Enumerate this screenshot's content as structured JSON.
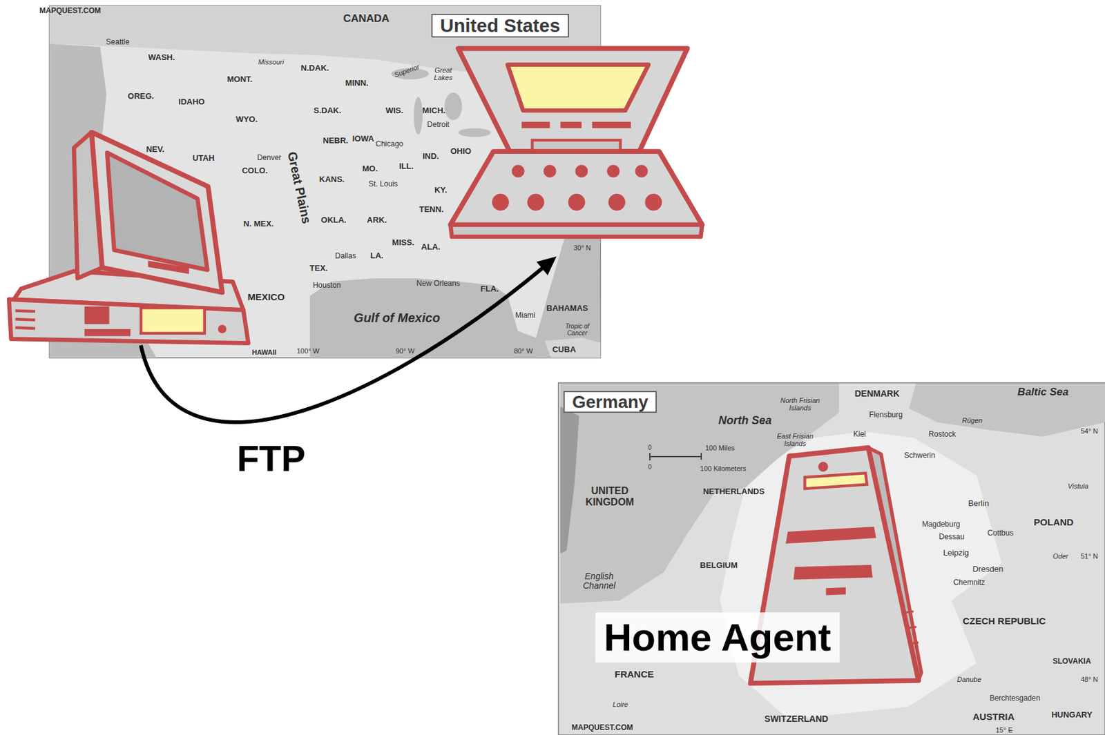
{
  "diagram": {
    "nodes": [
      {
        "text": [
          "United States"
        ]
      },
      {
        "text": []
      },
      {
        "text": []
      },
      {
        "text": [
          "Germany"
        ]
      },
      {
        "text": [
          "Home Agent"
        ]
      }
    ],
    "edges": [
      {
        "from": 1,
        "to": 2,
        "arrow": "to",
        "label": "FTP"
      }
    ],
    "labels": [
      "MAPQUEST.COM",
      "CANADA",
      "Seattle",
      "WASH.",
      "OREG.",
      "IDAHO",
      "MONT.",
      "Missouri",
      "N.DAK.",
      "MINN.",
      "S.DAK.",
      "WIS.",
      "Superior",
      "Great Lakes",
      "MICH.",
      "Detroit",
      "WYO.",
      "NEBR.",
      "IOWA",
      "Chicago",
      "IND.",
      "OHIO",
      "NEV.",
      "UTAH",
      "Denver",
      "COLO.",
      "KANS.",
      "MO.",
      "ILL.",
      "St. Louis",
      "KY.",
      "TENN.",
      "OKLA.",
      "ARK.",
      "N. MEX.",
      "MISS.",
      "ALA.",
      "TEX.",
      "Dallas",
      "LA.",
      "Houston",
      "New Orleans",
      "FLA.",
      "Miami",
      "BAHAMAS",
      "Tropic of Cancer",
      "CUBA",
      "Gulf of Mexico",
      "MEXICO",
      "HAWAII",
      "30° N",
      "100° W",
      "90° W",
      "80° W",
      "Great Plains",
      "North Frisian Islands",
      "DENMARK",
      "Baltic Sea",
      "Flensburg",
      "Rügen",
      "North Sea",
      "Kiel",
      "Rostock",
      "East Frisian Islands",
      "Schwerin",
      "Berlin",
      "POLAND",
      "Vistula",
      "54° N",
      "Magdeburg",
      "Cottbus",
      "Dessau",
      "Leipzig",
      "Oder",
      "51° N",
      "Dresden",
      "Chemnitz",
      "CZECH REPUBLIC",
      "SLOVAKIA",
      "Danube",
      "48° N",
      "Berchtesgaden",
      "HUNGARY",
      "AUSTRIA",
      "15° E",
      "SWITZERLAND",
      "Loire",
      "FRANCE",
      "MAPQUEST.COM",
      "UNITED KINGDOM",
      "NETHERLANDS",
      "BELGIUM",
      "English Channel",
      "0",
      "0",
      "100 Miles",
      "100 Kilometers"
    ]
  }
}
